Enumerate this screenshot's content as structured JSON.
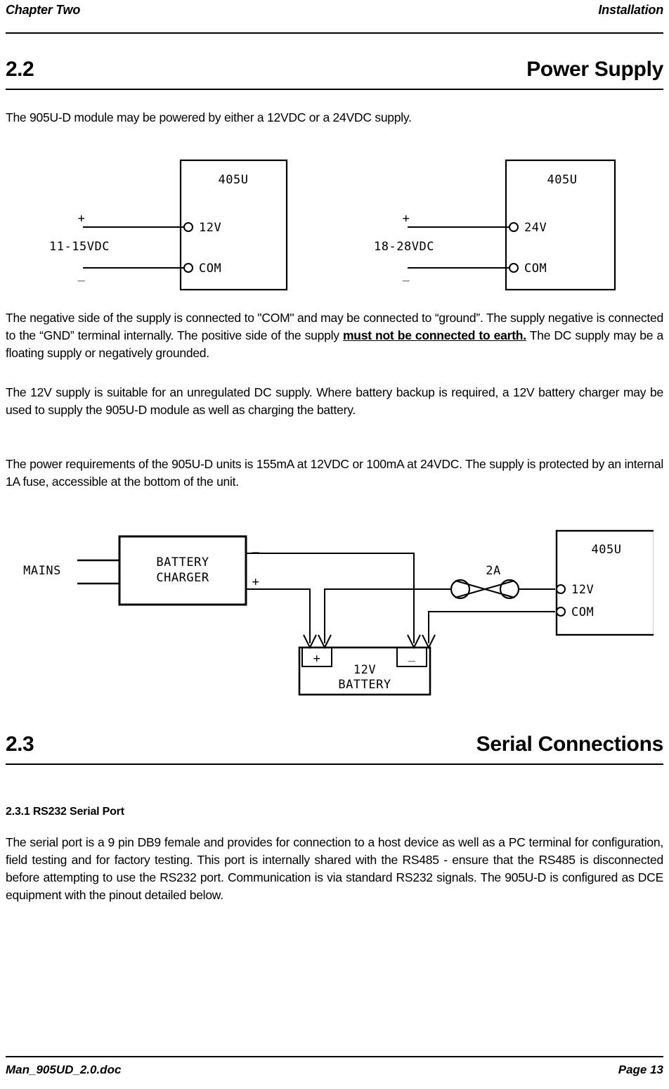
{
  "header": {
    "left": "Chapter Two",
    "right": "Installation"
  },
  "sections": {
    "power_supply": {
      "number": "2.2",
      "title": "Power Supply"
    },
    "serial": {
      "number": "2.3",
      "title": "Serial Connections"
    }
  },
  "paragraphs": {
    "intro": "The 905U-D module may be powered by either a 12VDC or a 24VDC supply.",
    "negative_side_part1": "The negative side of the supply is connected to \"COM\" and may be connected to “ground”. The supply negative is connected to the “GND” terminal internally. The positive side of the supply ",
    "negative_side_bold": "must not be connected to earth.",
    "negative_side_part2": " The DC supply may be a floating supply or negatively grounded.",
    "battery_backup": "The 12V supply is suitable for an unregulated DC supply.  Where battery backup is required, a 12V battery charger may be used to supply the 905U-D module as well as charging the battery.",
    "power_requirements": "The power requirements of the 905U-D units is 155mA at 12VDC or 100mA at 24VDC.  The supply is protected by an internal 1A fuse,  accessible at the bottom of the unit.",
    "serial_port": "The serial port is a 9 pin DB9 female and provides for connection to a host device as well as a  PC terminal for configuration, field testing and for factory testing.  This port is internally shared with the RS485 - ensure that the RS485 is disconnected before attempting to use the RS232 port.  Communication is via standard RS232 signals. The 905U-D is configured as DCE equipment with the pinout detailed below."
  },
  "subheadings": {
    "rs232": "2.3.1 RS232 Serial Port"
  },
  "diagram_12v": {
    "module_label": "405U",
    "supply_range": "11-15VDC",
    "plus": "+",
    "minus": "_",
    "terminal_power": "12V",
    "terminal_common": "COM"
  },
  "diagram_24v": {
    "module_label": "405U",
    "supply_range": "18-28VDC",
    "plus": "+",
    "minus": "_",
    "terminal_power": "24V",
    "terminal_common": "COM"
  },
  "diagram_battery": {
    "mains_label": "MAINS",
    "charger_line1": "BATTERY",
    "charger_line2": "CHARGER",
    "charger_minus": "_",
    "charger_plus": "+",
    "battery_plus": "+",
    "battery_minus": "_",
    "battery_line1": "12V",
    "battery_line2": "BATTERY",
    "fuse_label": "2A",
    "module_label": "405U",
    "terminal_power": "12V",
    "terminal_common": "COM"
  },
  "footer": {
    "left": "Man_905UD_2.0.doc",
    "right": "Page 13"
  }
}
